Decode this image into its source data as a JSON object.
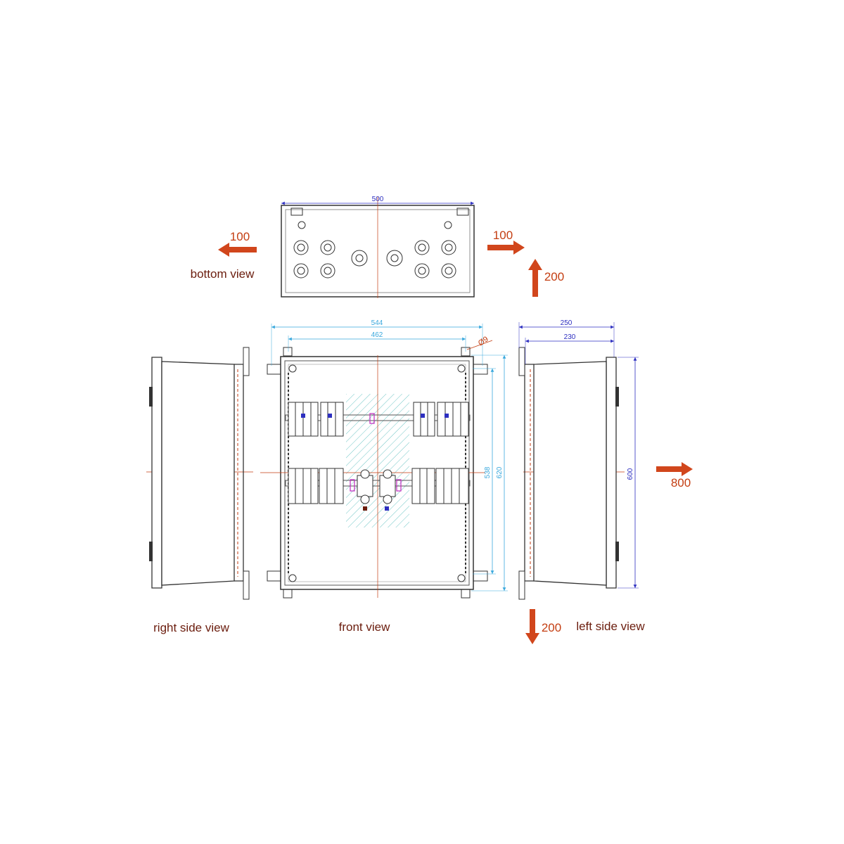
{
  "labels": {
    "bottom_view": "bottom view",
    "right_side_view": "right side view",
    "front_view": "front view",
    "left_side_view": "left side view"
  },
  "clearances": {
    "bottom_left": "100",
    "bottom_right": "100",
    "top_up": "200",
    "bottom_down": "200",
    "right": "800"
  },
  "dimensions": {
    "bottom_width": "500",
    "front_outer_width": "544",
    "front_inner_width": "462",
    "hole_diameter": "Ø9",
    "front_inner_height": "538",
    "front_outer_height": "620",
    "side_outer_depth": "250",
    "side_inner_depth": "230",
    "side_height": "600"
  },
  "colors": {
    "arrow": "#d1461c",
    "label": "#6b1d0e",
    "dimension_blue": "#2d2fc0",
    "dimension_cyan": "#39a8dd",
    "centerline": "#c43e12",
    "hatch": "#6fc6c6",
    "magenta": "#c02cc0"
  },
  "icons": [
    "clearance-arrow-icon",
    "cable-gland-icon",
    "circuit-breaker-icon",
    "mounting-bracket-icon"
  ]
}
